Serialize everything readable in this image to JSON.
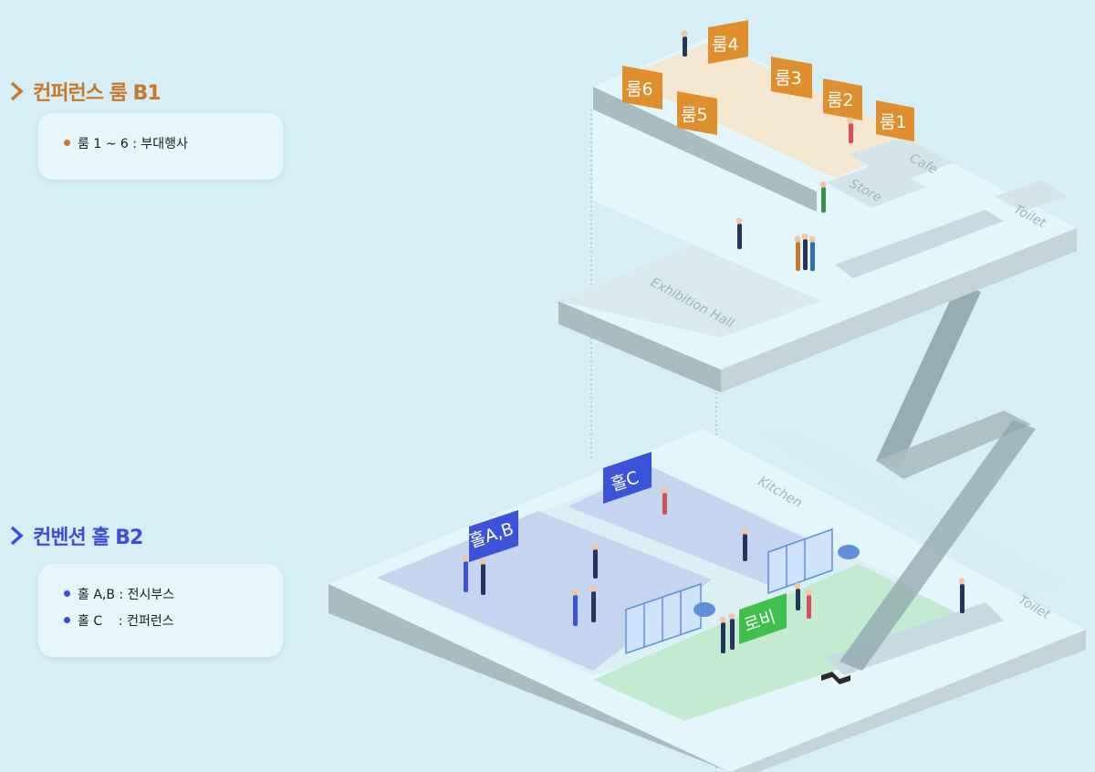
{
  "b1": {
    "heading": "컨퍼런스 룸 B1",
    "accent": "#c9782a",
    "items": [
      {
        "text": "룸 1 ~ 6 : 부대행사"
      }
    ]
  },
  "b2": {
    "heading": "컨벤션 홀 B2",
    "accent": "#3b4fd9",
    "items": [
      {
        "text": "홀 A,B : 전시부스"
      },
      {
        "text": "홀 C    : 컨퍼런스"
      }
    ]
  },
  "diagram": {
    "rooms": [
      "룸4",
      "룸3",
      "룸2",
      "룸1",
      "룸6",
      "룸5"
    ],
    "b1_places": {
      "cafe": "Cafe",
      "store": "Store",
      "toilet": "Toilet",
      "exhibition": "Exhibition Hall"
    },
    "b2_signs": {
      "hall_ab": "홀A,B",
      "hall_c": "홀C",
      "lobby": "로비"
    },
    "b2_places": {
      "kitchen": "Kitchen",
      "toilet": "Toilet"
    },
    "colors": {
      "room_sign": "#e08f2e",
      "hall_sign": "#3a53d8",
      "lobby_sign": "#3fbf4c",
      "hall_floor": "#c4d6ef",
      "lobby_floor": "#c4ead2"
    }
  }
}
